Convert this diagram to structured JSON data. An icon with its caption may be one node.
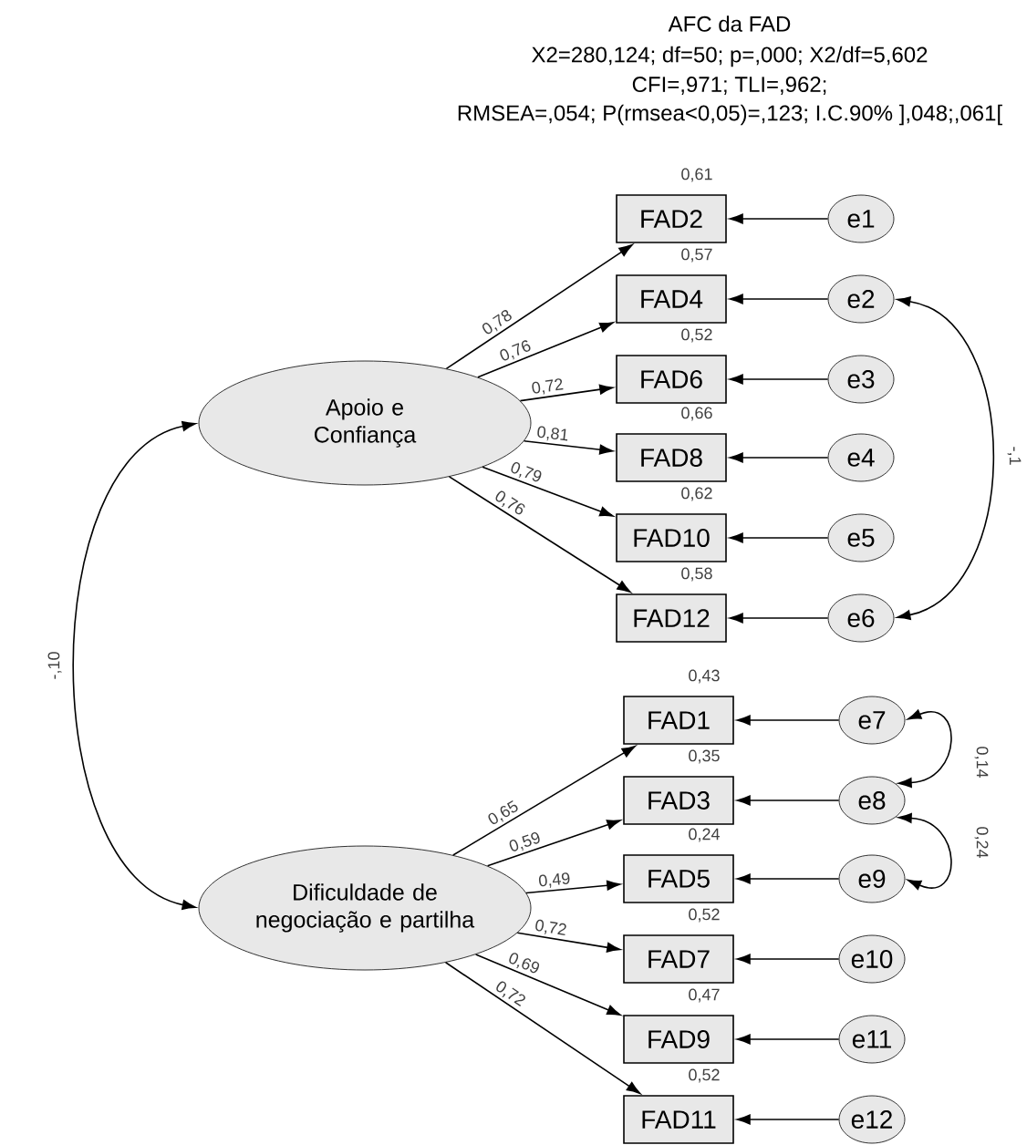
{
  "diagram": {
    "title": "AFC da FAD",
    "nodes": [
      {
        "text": [
          "Apoio e Confiança"
        ]
      },
      {
        "text": [
          "Dificuldade de negociação e partilha"
        ]
      },
      {
        "text": [
          "FAD2"
        ],
        "beside": [
          "0,61"
        ]
      },
      {
        "text": [
          "FAD4"
        ],
        "beside": [
          "0,57"
        ]
      },
      {
        "text": [
          "FAD6"
        ],
        "beside": [
          "0,52"
        ]
      },
      {
        "text": [
          "FAD8"
        ],
        "beside": [
          "0,66"
        ]
      },
      {
        "text": [
          "FAD10"
        ],
        "beside": [
          "0,62"
        ]
      },
      {
        "text": [
          "FAD12"
        ],
        "beside": [
          "0,58"
        ]
      },
      {
        "text": [
          "e1"
        ]
      },
      {
        "text": [
          "e2"
        ]
      },
      {
        "text": [
          "e3"
        ]
      },
      {
        "text": [
          "e4"
        ]
      },
      {
        "text": [
          "e5"
        ]
      },
      {
        "text": [
          "e6"
        ]
      },
      {
        "text": [
          "FAD1"
        ],
        "beside": [
          "0,43"
        ]
      },
      {
        "text": [
          "FAD3"
        ],
        "beside": [
          "0,35"
        ]
      },
      {
        "text": [
          "FAD5"
        ],
        "beside": [
          "0,24"
        ]
      },
      {
        "text": [
          "FAD7"
        ],
        "beside": [
          "0,52"
        ]
      },
      {
        "text": [
          "FAD9"
        ],
        "beside": [
          "0,47"
        ]
      },
      {
        "text": [
          "FAD11"
        ],
        "beside": [
          "0,52"
        ]
      },
      {
        "text": [
          "e7"
        ]
      },
      {
        "text": [
          "e8"
        ]
      },
      {
        "text": [
          "e9"
        ]
      },
      {
        "text": [
          "e10"
        ]
      },
      {
        "text": [
          "e11"
        ]
      },
      {
        "text": [
          "e12"
        ]
      }
    ],
    "edges": [
      {
        "from": 0,
        "to": 2,
        "arrow": "to",
        "label": "0,78"
      },
      {
        "from": 0,
        "to": 3,
        "arrow": "to",
        "label": "0,76"
      },
      {
        "from": 0,
        "to": 4,
        "arrow": "to",
        "label": "0,72"
      },
      {
        "from": 0,
        "to": 5,
        "arrow": "to",
        "label": "0,81"
      },
      {
        "from": 0,
        "to": 6,
        "arrow": "to",
        "label": "0,79"
      },
      {
        "from": 0,
        "to": 7,
        "arrow": "to",
        "label": "0,76"
      },
      {
        "from": 1,
        "to": 14,
        "arrow": "to",
        "label": "0,65"
      },
      {
        "from": 1,
        "to": 15,
        "arrow": "to",
        "label": "0,59"
      },
      {
        "from": 1,
        "to": 16,
        "arrow": "to",
        "label": "0,49"
      },
      {
        "from": 1,
        "to": 17,
        "arrow": "to",
        "label": "0,72"
      },
      {
        "from": 1,
        "to": 18,
        "arrow": "to",
        "label": "0,69"
      },
      {
        "from": 1,
        "to": 19,
        "arrow": "to",
        "label": "0,72"
      },
      {
        "from": 8,
        "to": 2,
        "arrow": "to"
      },
      {
        "from": 9,
        "to": 3,
        "arrow": "to"
      },
      {
        "from": 10,
        "to": 4,
        "arrow": "to"
      },
      {
        "from": 11,
        "to": 5,
        "arrow": "to"
      },
      {
        "from": 12,
        "to": 6,
        "arrow": "to"
      },
      {
        "from": 13,
        "to": 7,
        "arrow": "to"
      },
      {
        "from": 20,
        "to": 14,
        "arrow": "to"
      },
      {
        "from": 21,
        "to": 15,
        "arrow": "to"
      },
      {
        "from": 22,
        "to": 16,
        "arrow": "to"
      },
      {
        "from": 23,
        "to": 17,
        "arrow": "to"
      },
      {
        "from": 24,
        "to": 18,
        "arrow": "to"
      },
      {
        "from": 25,
        "to": 19,
        "arrow": "to"
      },
      {
        "from": 0,
        "to": 1,
        "arrow": "both",
        "label": "-,10"
      },
      {
        "from": 9,
        "to": 13,
        "arrow": "both",
        "label": "-,1"
      },
      {
        "from": 20,
        "to": 21,
        "arrow": "both",
        "label": "0,14"
      },
      {
        "from": 21,
        "to": 22,
        "arrow": "both",
        "label": "0,24"
      }
    ],
    "labels": [
      "X2=280,124; df=50; p=,000; X2/df=5,602",
      "CFI=,971; TLI=,962;",
      "RMSEA=,054; P(rmsea<0,05)=,123; I.C.90% ],048;,061["
    ]
  }
}
